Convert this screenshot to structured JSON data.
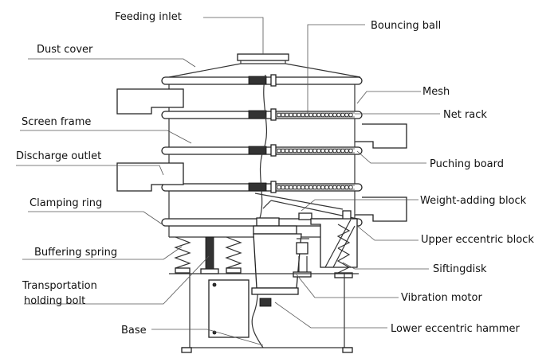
{
  "colors": {
    "ink": "#222222",
    "leader": "#555555",
    "background": "#ffffff"
  },
  "labels": {
    "feeding_inlet": "Feeding inlet",
    "bouncing_ball": "Bouncing ball",
    "dust_cover": "Dust cover",
    "mesh": "Mesh",
    "net_rack": "Net rack",
    "screen_frame": "Screen frame",
    "puching_board": "Puching board",
    "discharge_outlet": "Discharge outlet",
    "clamping_ring": "Clamping ring",
    "weight_adding_block": "Weight-adding block",
    "upper_eccentric_block": "Upper eccentric block",
    "buffering_spring": "Buffering spring",
    "siftingdisk": "Siftingdisk",
    "transportation_line1": "Transportation",
    "transportation_line2": "holding bolt",
    "vibration_motor": "Vibration motor",
    "base": "Base",
    "lower_eccentric_hammer": "Lower eccentric hammer"
  }
}
